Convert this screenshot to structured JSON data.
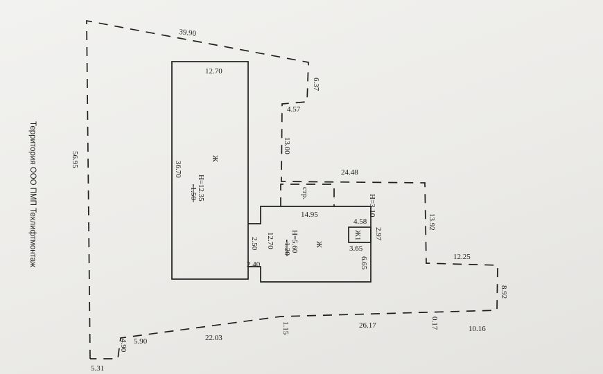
{
  "caption": "Территория ООО ПМП Техлифтмонтаж",
  "boundary_dims": {
    "top": "39.90",
    "left": "56.95",
    "corner_1": "6.37",
    "corner_2": "4.57",
    "corner_3": "13.00",
    "top_right": "24.48",
    "right_vertical": "13.92",
    "right_step": "12.25",
    "far_right": "8.92",
    "bottom_right": "10.16",
    "bottom_small": "0.17",
    "bottom_mid": "26.17",
    "bottom_step": "1.15",
    "bottom_left": "22.03",
    "small_width": "5.90",
    "small_height": "4.90",
    "bottom_corner": "5.31"
  },
  "building_1": {
    "type": "Ж",
    "width": "12.70",
    "length": "36.70",
    "height_top": "12.35",
    "height_bottom": "-1.50",
    "h_prefix": "H="
  },
  "connector": {
    "length": "2.50",
    "width": "2.40"
  },
  "building_2": {
    "type": "Ж",
    "top": "14.95",
    "length": "12.70",
    "height_top": "5.60",
    "height_bottom": "-1.20",
    "h_prefix": "H=",
    "right": "6.65"
  },
  "annex": {
    "type": "Ж1",
    "top": "4.58",
    "bottom": "3.65",
    "side": "2.97",
    "height": "H=3.10"
  },
  "construction": {
    "label": "стр."
  }
}
